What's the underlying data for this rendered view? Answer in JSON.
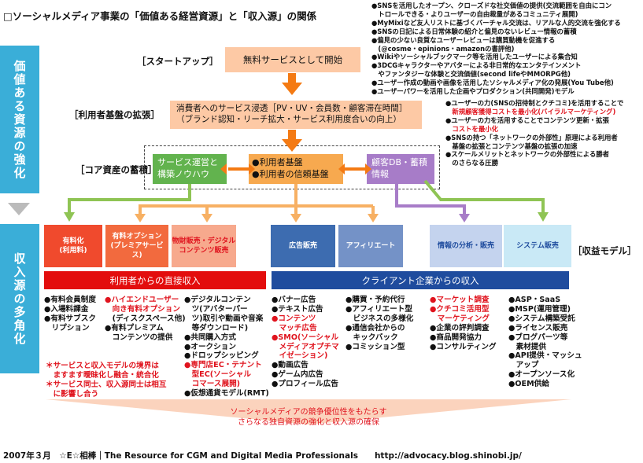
{
  "title": "□ソーシャルメディア事業の「価値ある経営資源」と「収入源」の関係",
  "sidebar": {
    "top": "価値ある資源の強化",
    "bottom": "収入源の多角化"
  },
  "stages": {
    "startup": "［スタートアップ］",
    "expand": "［利用者基盤の拡張］",
    "core": "［コア資産の蓄積］",
    "revenue_model": "［収益モデル］"
  },
  "boxes": {
    "free_service": "無料サービスとして開始",
    "expand_main": "消費者へのサービス浸透［PV・UV・会員数・顧客滞在時間］",
    "expand_sub": "（ブランド認知・リーチ拡大・サービス利用度合いの向上）",
    "know_how": "サービス運営と\n構築ノウハウ",
    "user_base": "●利用者基盤\n●利用者の信頼基盤",
    "customer_db": "顧客DB・蓄積\n情報"
  },
  "top_notes": [
    "●SNSを活用したオープン、クローズドな社交価値の提供(交流範囲を自由にコン",
    "　トロールできる・よりユーザーの自由裁量があるコミュニティ展開)",
    "●MyMixiなど友人リストに基づくバーチャル交流は、リアルな人的交流を強化する",
    "●SNSの日記による日常体験の紹介と偏見のないレビュー情報の蓄積",
    "●偏見の少ない良質なユーザーレビューは購買動機を促進する",
    "　(@cosme・epinions・amazonの書評他)",
    "●Wikiやソーシャルブックマーク等を活用したユーザーによる集合知",
    "●3DCGキャラクターやアバターによる非日常的なエンタテインメント",
    "　やファンタジーな体験と交流価値(second lifeやMMORPG他)",
    "●ユーザー作成の動画や画像を活用したソシャルメディア化の発展(You Tube他)",
    "●ユーザーパワーを活用した企画やプロダクション(共同開発)モデル"
  ],
  "mid_notes": [
    {
      "text": "●ユーザーの力(SNSの招待制とクチコミ)を活用することで",
      "red": false
    },
    {
      "text": "　新規顧客獲得コストを最小化(バイラルマーケティング)",
      "red": true
    },
    {
      "text": "●ユーザーの力を活用することでコンテンツ更新・拡張",
      "red": false,
      "red_tail": "コンテンツ更新・拡張"
    },
    {
      "text": "　コストを最小化",
      "red": true
    },
    {
      "text": "●SNSの持つ「ネットワークの外部性」原理による利用者",
      "red": false
    },
    {
      "text": "　基盤の拡張とコンテンツ基盤の拡張の加速",
      "red": false
    },
    {
      "text": "●スケールメリットとネットワークの外部性による勝者",
      "red": false
    },
    {
      "text": "　のさらなる圧勝",
      "red": false
    }
  ],
  "revenue_boxes": [
    {
      "label": "有料化\n(利用料)",
      "color": "#f04a2d"
    },
    {
      "label": "有料オプション\n(プレミアサービス)",
      "color": "#f26a3e"
    },
    {
      "label": "物財販売・デジタル\nコンテンツ販売",
      "color": "#f7a98d",
      "red": true
    },
    {
      "label": "広告販売",
      "color": "#3d6cb0"
    },
    {
      "label": "アフィリエート",
      "color": "#7492c7"
    },
    {
      "label": "情報の分析・販売",
      "color": "#c4d3ee",
      "dark": true
    },
    {
      "label": "システム販売",
      "color": "#c9e9f6",
      "dark": true
    }
  ],
  "banners": {
    "direct": "利用者からの直接収入",
    "client": "クライアント企業からの収入"
  },
  "lists": {
    "c1": [
      "●有料会員制度",
      "●入場料課金",
      "●有料サブスク",
      "　リプション"
    ],
    "c2": [
      "●ハイエンドユーザー",
      "　向き有料オプション",
      "　(ディスクスペース他)",
      "●有料プレミアム",
      "　コンテンツの提供"
    ],
    "c3": [
      "●デジタルコンテン",
      "　ツ(アバターパー",
      "　ツ)取引や動画や音楽",
      "　等ダウンロード)",
      "●共同購入方式",
      "●オークション",
      "●ドロップシッピング",
      "●専門店EC・テナント",
      "　型EC(ソーシャル",
      "　コマース展開)",
      "●仮想通貨モデル(RMT)"
    ],
    "c4": [
      "●バナー広告",
      "●テキスト広告",
      "●コンテンツ",
      "　マッチ広告",
      "●SMO(ソーシャル",
      "　メディアオプチマ",
      "　イゼーション)",
      "●動画広告",
      "●ゲーム内広告",
      "●プロフィール広告"
    ],
    "c5": [
      "●購買・予約代行",
      "●アフィリエート型",
      "　ビジネスの多様化",
      "●通信会社からの",
      "　キックバック",
      "●コミッション型"
    ],
    "c6": [
      "●マーケット調査",
      "●クチコミ活用型",
      "　マーケティング",
      "●企業の評判調査",
      "●商品開発協力",
      "●コンサルティング"
    ],
    "c7": [
      "●ASP・SaaS",
      "●MSP(運用管理)",
      "●システム構築受託",
      "●ライセンス販売",
      "●ブログパーツ等",
      "　素材提供",
      "●API提供・マッシュ",
      "　アップ",
      "●オープンソース化",
      "●OEM供給"
    ]
  },
  "red_note": [
    "＊サービスと収入モデルの境界は",
    "　ますます曖昧化し融合・統合化",
    "＊サービス同士、収入源同士は相互",
    "　に影響し合う"
  ],
  "bottom_arrow": "ソーシャルメディアの競争優位性をもたらす\nさらなる独自資源の強化と収入源の確保",
  "footer": "2007年３月　☆E☆相棒｜The Resource for CGM and Digital Media Professionals　　http://advocacy.blog.shinobi.jp/"
}
